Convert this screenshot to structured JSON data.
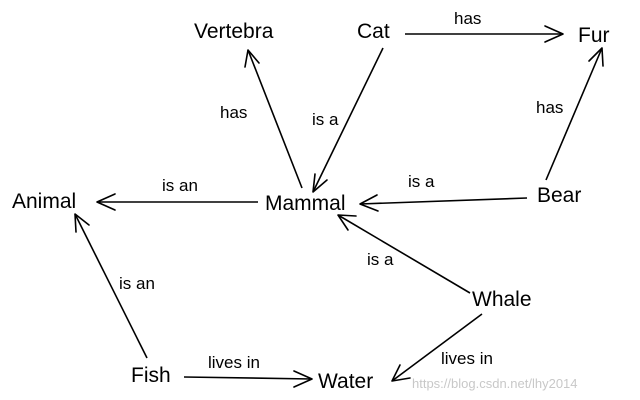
{
  "nodes": {
    "vertebra": "Vertebra",
    "cat": "Cat",
    "fur": "Fur",
    "animal": "Animal",
    "mammal": "Mammal",
    "bear": "Bear",
    "whale": "Whale",
    "fish": "Fish",
    "water": "Water"
  },
  "edges": {
    "cat_has_fur": "has",
    "mammal_has_vertebra": "has",
    "cat_is_a_mammal": "is a",
    "bear_has_fur": "has",
    "mammal_is_an_animal": "is an",
    "bear_is_a_mammal": "is a",
    "whale_is_a_mammal": "is a",
    "fish_is_an_animal": "is an",
    "fish_lives_in_water": "lives in",
    "whale_lives_in_water": "lives in"
  },
  "watermark": "https://blog.csdn.net/lhy2014"
}
